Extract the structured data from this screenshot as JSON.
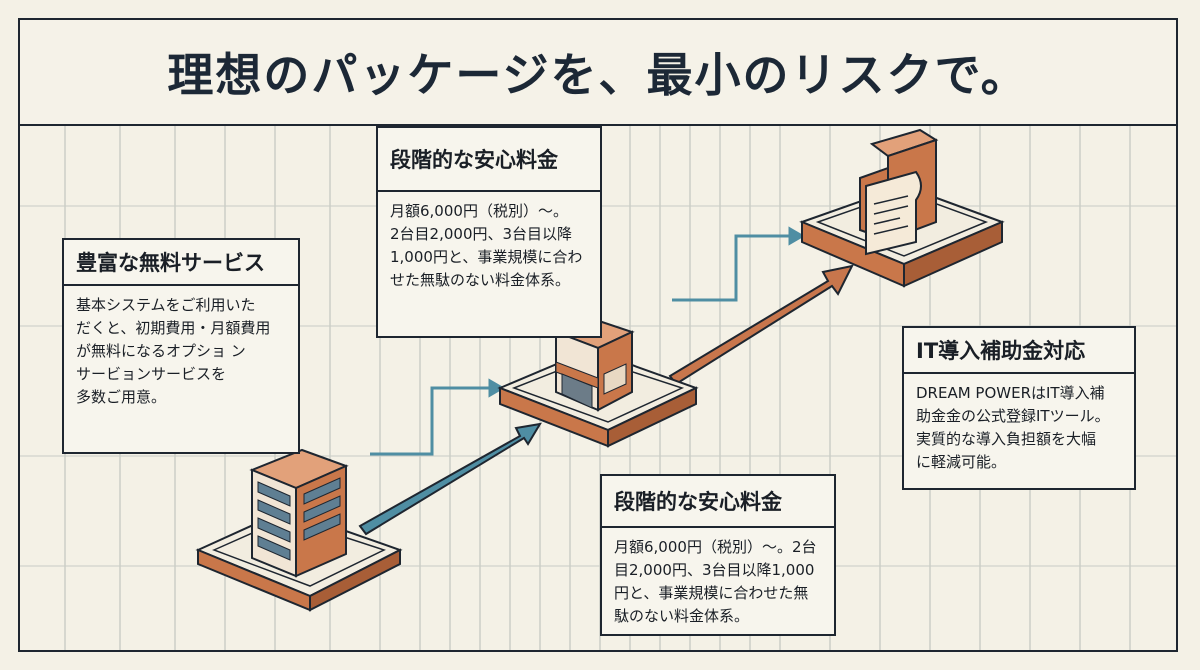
{
  "title": "理想のパッケージを、最小のリスクで。",
  "panels": {
    "free_service": {
      "heading": "豊富な無料サービス",
      "body": "基本システムをご利用いた\nだくと、初期費用・月額費用\nが無料になるオプショ ン\nサービョンサービスを\n多数ご用意。"
    },
    "pricing_top": {
      "heading": "段階的な安心料金",
      "body": "月額6,000円（税別）〜。\n2台目2,000円、3台目以降\n1,000円と、事業規模に合わ\nせた無駄のない料金体系。"
    },
    "it_subsidy": {
      "heading": "IT導入補助金対応",
      "body": "DREAM POWERはIT導入補\n助金金の公式登録ITツール。\n実質的な導入負担額を大幅\nに軽減可能。"
    },
    "pricing_bottom": {
      "heading": "段階的な安心料金",
      "body": "月額6,000円（税別）〜。2台\n目2,000円、3台目以降1,000\n円と、事業規模に合わせた無\n駄のない料金体系。"
    }
  },
  "colors": {
    "ink": "#1e2630",
    "paper": "#f4f1e6",
    "arrow_teal": "#4f8ea3",
    "arrow_orange": "#c8764c",
    "building_orange": "#c9774a"
  },
  "icons": [
    "office-building-icon",
    "shop-icon",
    "document-machine-icon",
    "growth-arrow-icon"
  ]
}
